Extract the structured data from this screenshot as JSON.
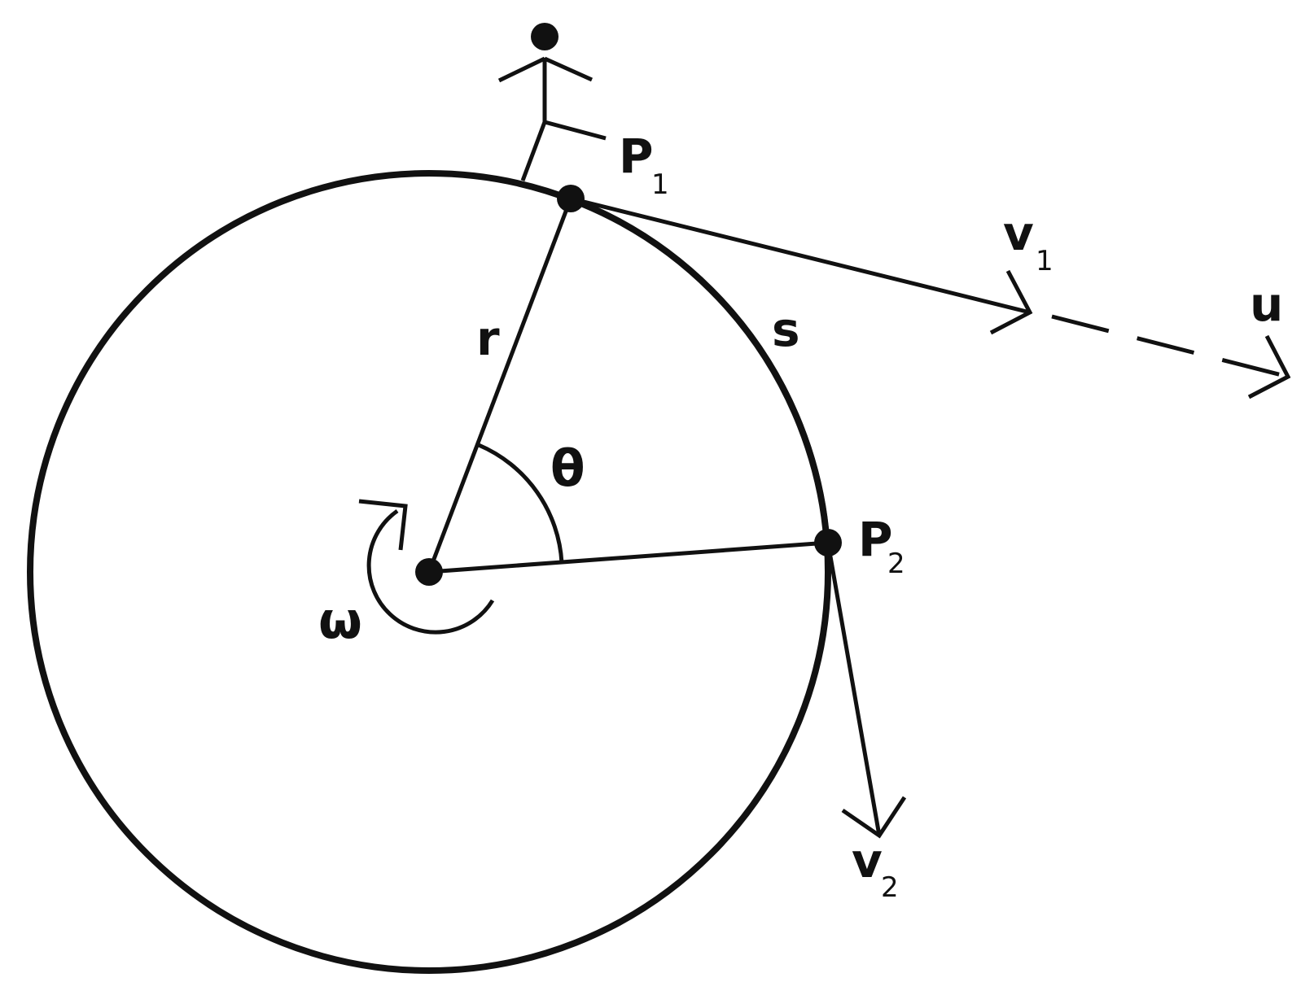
{
  "labels": {
    "p1": {
      "main": "P",
      "sub": "1"
    },
    "p2": {
      "main": "P",
      "sub": "2"
    },
    "v1": {
      "main": "v",
      "sub": "1"
    },
    "v2": {
      "main": "v",
      "sub": "2"
    },
    "u": "u",
    "r": "r",
    "s": "s",
    "theta": "θ",
    "omega": "ω"
  }
}
